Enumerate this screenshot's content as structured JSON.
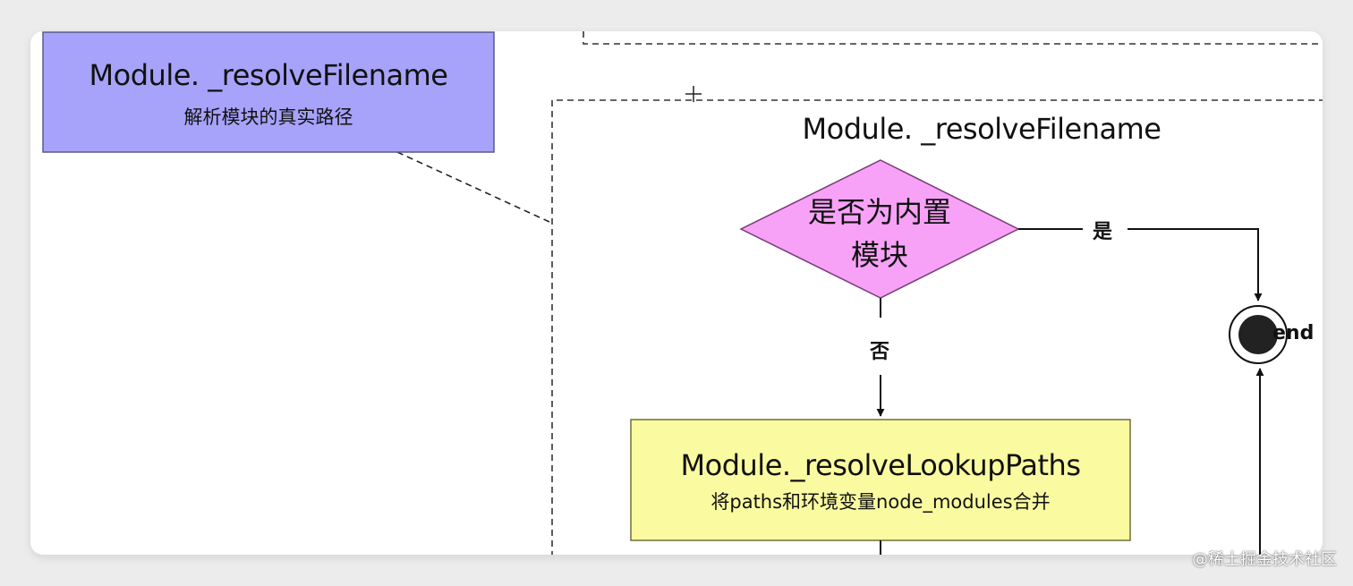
{
  "top_box": {
    "title": "Module. _resolveFilename",
    "subtitle": "解析模块的真实路径",
    "fill": "#a7a3fb"
  },
  "group": {
    "title": "Module. _resolveFilename"
  },
  "decision": {
    "line1": "是否为内置",
    "line2": "模块",
    "fill": "#f7a2f7",
    "yes_label": "是",
    "no_label": "否"
  },
  "end_node": {
    "label": "end"
  },
  "lookup_box": {
    "title": "Module._resolveLookupPaths",
    "subtitle": "将paths和环境变量node_modules合并",
    "fill": "#fafaa0"
  },
  "watermark": "@稀土掘金技术社区"
}
